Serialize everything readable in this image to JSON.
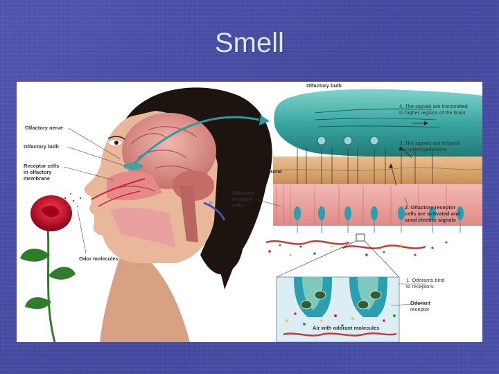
{
  "slide": {
    "title": "Smell"
  },
  "labels": {
    "olfactory_nerve": "Olfactory nerve",
    "olfactory_bulb_left": "Olfactory bulb",
    "receptor_cells_1": "Receptor cells",
    "receptor_cells_2": "in olfactory",
    "receptor_cells_3": "membrane",
    "odor_molecules": "Odor molecules",
    "olfactory_bulb_top": "Olfactory bulb",
    "bone": "Bone",
    "olfactory_receptor_cells_1": "Olfactory",
    "olfactory_receptor_cells_2": "receptor",
    "olfactory_receptor_cells_3": "cells",
    "step4_1": "4. The signals are transmitted",
    "step4_2": "to higher regions of the brain",
    "step3_1": "3. The signals are relayed",
    "step3_2": "via converged axons",
    "step2_1": "2. Olfactory receptor",
    "step2_2": "cells are activated and",
    "step2_3": "send electric signals",
    "step1_1": "1. Odorants bind",
    "step1_2": "to receptors",
    "odorant_receptor_1": "Odorant",
    "odorant_receptor_2": "receptor",
    "air_with_odorant": "Air with odorant molecules"
  },
  "colors": {
    "skin": "#e9b89a",
    "hair": "#1d1410",
    "brain": "#d98f8a",
    "bulb": "#3aa6a0",
    "rose": "#c8102e",
    "leaf": "#2f7d2a",
    "bone": "#d8a36a",
    "receptor": "#2a9fb0"
  }
}
